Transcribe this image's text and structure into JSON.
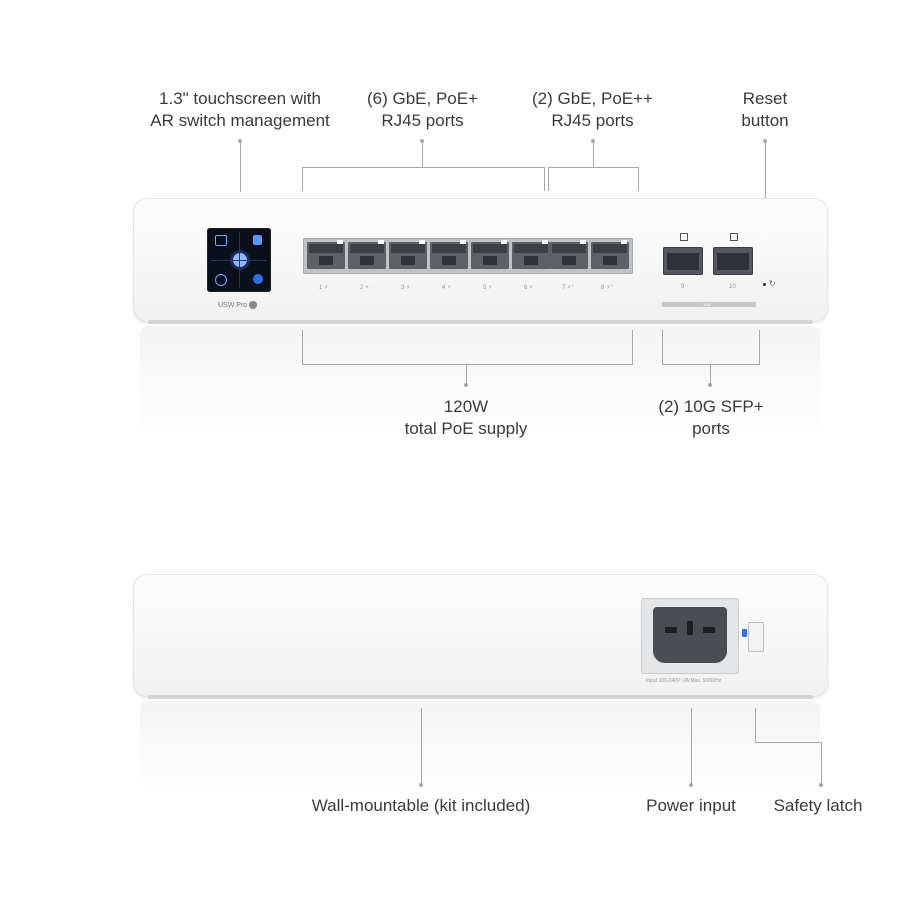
{
  "callouts": {
    "touchscreen": [
      "1.3\" touchscreen with",
      "AR switch management"
    ],
    "gbe_poe_plus": [
      "(6) GbE, PoE+",
      "RJ45 ports"
    ],
    "gbe_poe_plus_plus": [
      "(2) GbE, PoE++",
      "RJ45 ports"
    ],
    "reset": [
      "Reset",
      "button"
    ],
    "poe_supply": [
      "120W",
      "total PoE supply"
    ],
    "sfp": [
      "(2) 10G SFP+",
      "ports"
    ],
    "wall_mount": "Wall-mountable (kit included)",
    "power_input": "Power input",
    "safety_latch": "Safety latch"
  },
  "front_panel": {
    "brand_label": "USW Pro",
    "rj45_port_labels": [
      "1 ⚡",
      "2 ⚡",
      "3 ⚡",
      "4 ⚡",
      "5 ⚡",
      "6 ⚡",
      "7 ⚡⁺",
      "8 ⚡⁺"
    ],
    "sfp_port_labels": [
      "9",
      "10"
    ],
    "sfp_group_label": "10G"
  },
  "rear_panel": {
    "power_rating_text": "Input 100-240V~2A Max, 50/60Hz"
  },
  "icons": [
    "touchscreen-home-icon",
    "touchscreen-stats-icon",
    "touchscreen-info-icon",
    "reset-icon",
    "lock-icon"
  ],
  "colors": {
    "device_body": "#f4f4f4",
    "screen": "#0a0f1c",
    "callout_line": "#a8a8a8",
    "text": "#3a3a3a",
    "latch_accent": "#3a6fd8"
  }
}
